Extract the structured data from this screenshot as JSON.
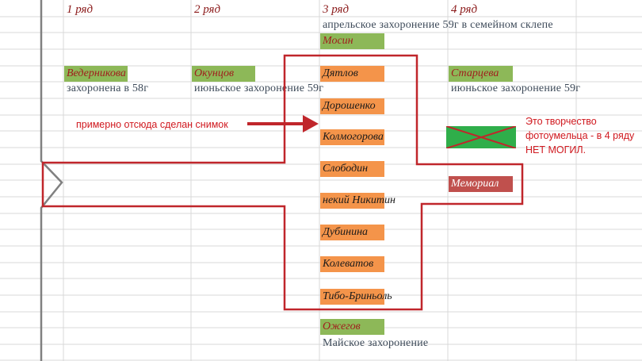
{
  "columns": {
    "c1": "1 ряд",
    "c2": "2 ряд",
    "c3": "3 ряд",
    "c4": "4 ряд"
  },
  "notes": {
    "april": "апрельское захоронение 59г в семейном склепе",
    "buried58": "захоронена в 58г",
    "june_c2": "июньское захоронение 59г",
    "june_c4": "июньское захоронение 59г",
    "may": "Майское захоронение"
  },
  "names": {
    "mosin": "Мосин",
    "vedernikova": "Ведерникова",
    "okunev": "Окунцов",
    "dyatlov": "Дятлов",
    "startseva": "Старцева",
    "doroshenko": "Дорошенко",
    "kolmogorova": "Колмогорова",
    "slobodin": "Слободин",
    "nikitin": "некий Никитин",
    "dubinina": "Дубинина",
    "kolevatov": "Колеватов",
    "tibo": "Тибо-Бриньоль",
    "ozhegov": "Ожегов",
    "memorial": "Мемориал"
  },
  "annotations": {
    "photo_spot": "примерно отсюда сделан снимок",
    "no_graves": "Это творчество фотоумельца - в 4 ряду НЕТ МОГИЛ."
  },
  "colors": {
    "green_cell": "#8db858",
    "orange_cell": "#f4944a",
    "memorial_cell": "#c0504d",
    "outline": "#c0262b",
    "annotation_text": "#d0191f",
    "name_text_on_green": "#a01d1d",
    "note_text": "#3d4a59"
  }
}
